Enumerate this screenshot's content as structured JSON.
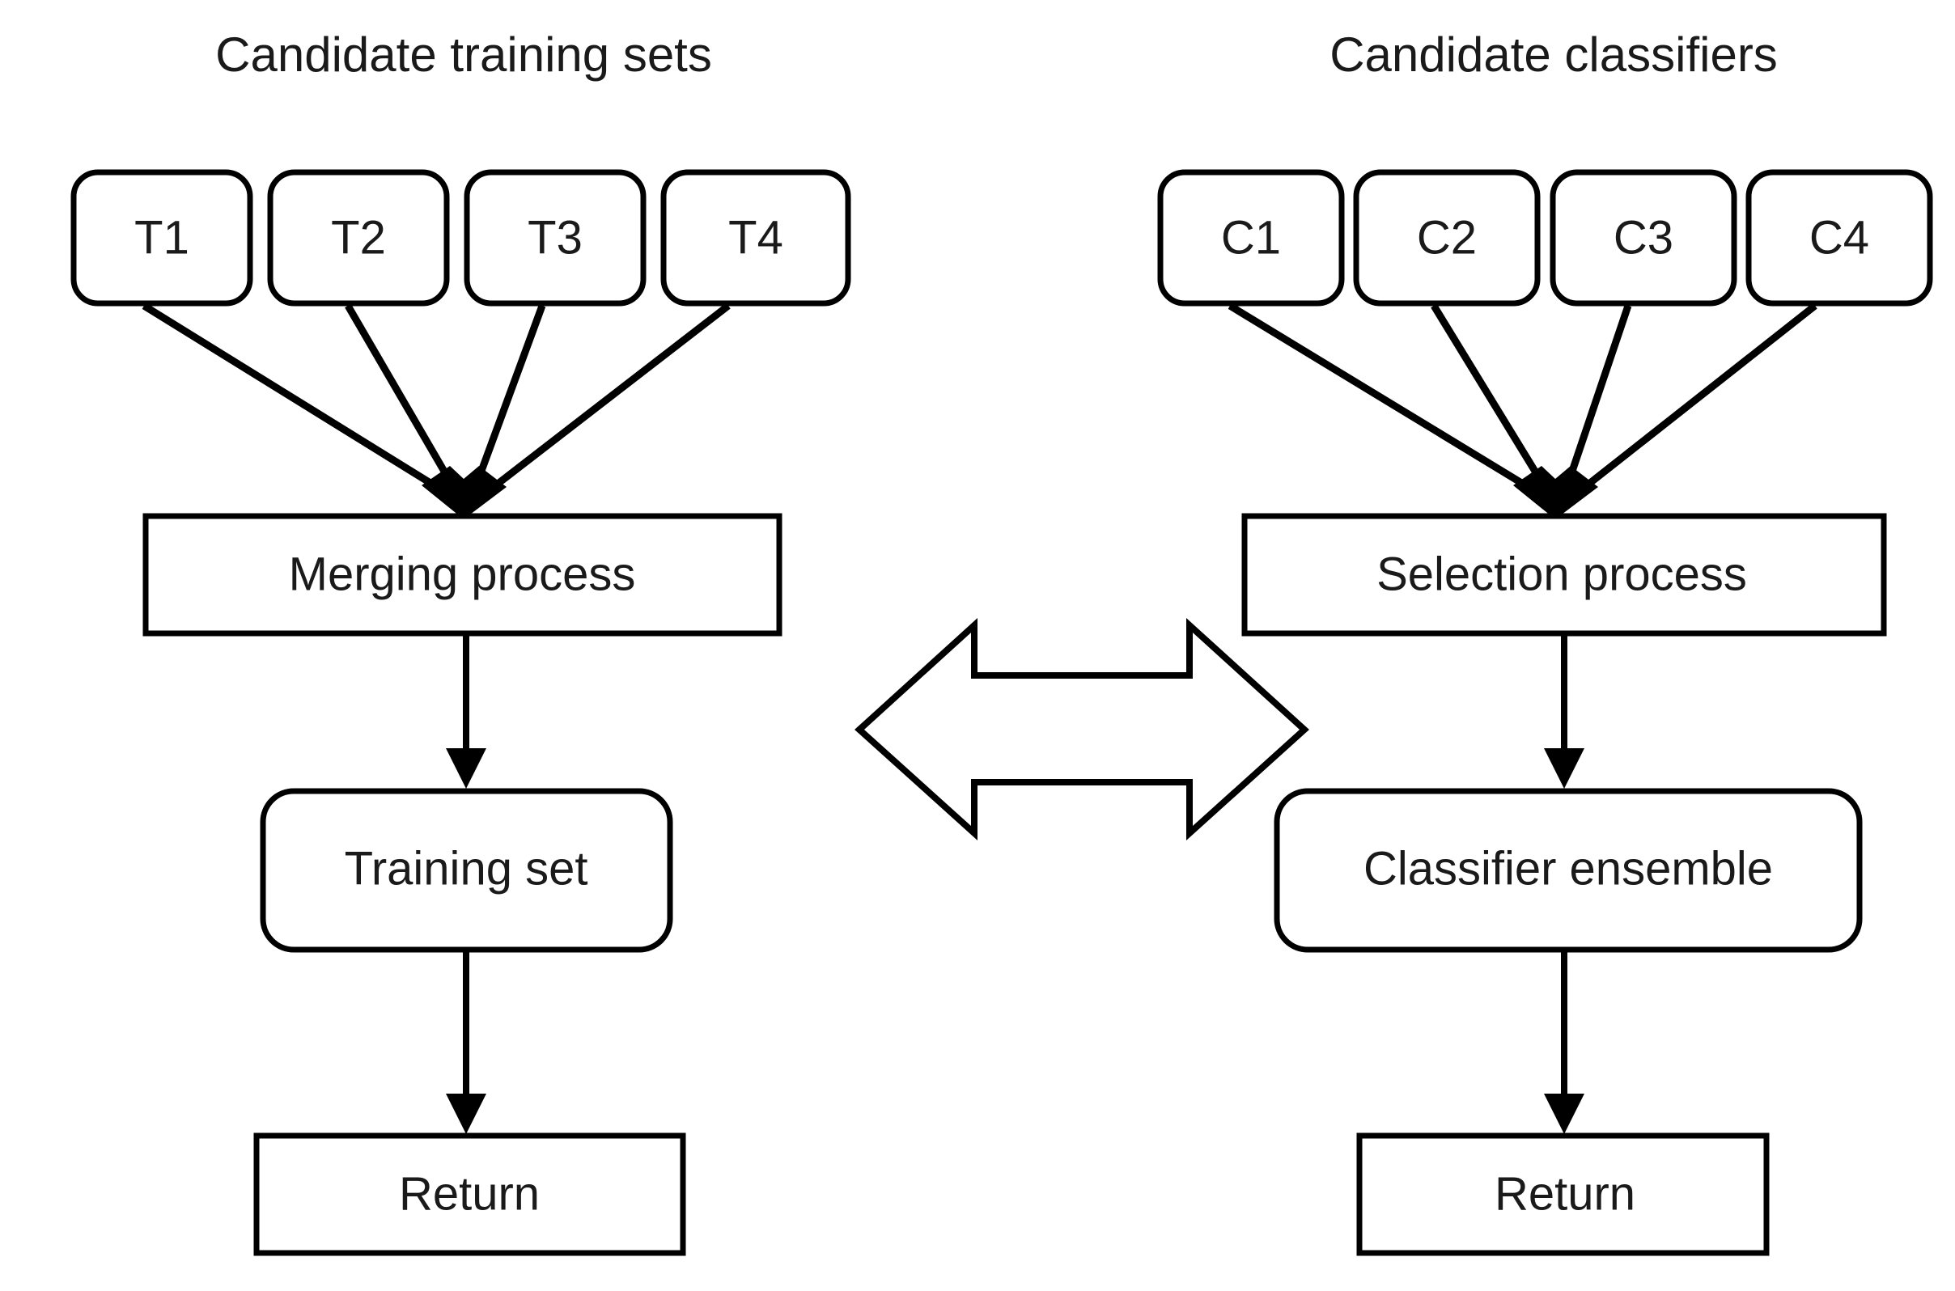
{
  "figure": {
    "type": "flowchart-comparison",
    "background_color": "#ffffff",
    "line_color": "#000000",
    "text_color": "#1a1a1a"
  },
  "columns": [
    {
      "id": "left",
      "title": "Candidate training sets",
      "sources": [
        {
          "label": "T1"
        },
        {
          "label": "T2"
        },
        {
          "label": "T3"
        },
        {
          "label": "T4"
        }
      ],
      "process": "Merging process",
      "result": "Training set",
      "terminal": "Return"
    },
    {
      "id": "right",
      "title": "Candidate classifiers",
      "sources": [
        {
          "label": "C1"
        },
        {
          "label": "C2"
        },
        {
          "label": "C3"
        },
        {
          "label": "C4"
        }
      ],
      "process": "Selection process",
      "result": "Classifier ensemble",
      "terminal": "Return"
    }
  ],
  "center_connector": {
    "name": "double-headed-arrow",
    "direction": "bidirectional",
    "label": ""
  }
}
